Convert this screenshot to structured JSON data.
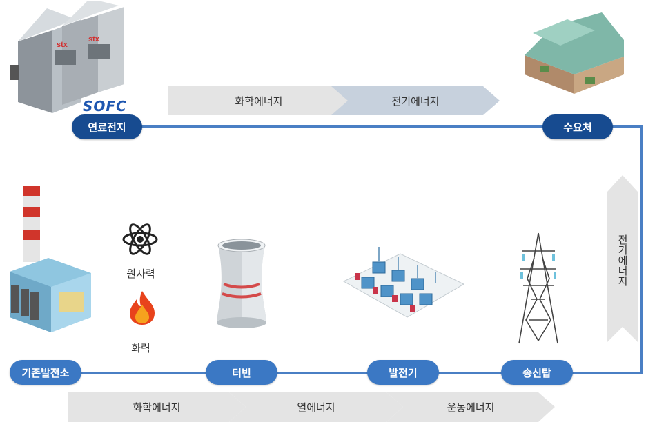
{
  "nodes": {
    "fuel_cell": "연료전지",
    "consumer": "수요처",
    "existing_plant": "기존발전소",
    "turbine": "터빈",
    "generator": "발전기",
    "pylon": "송신탑"
  },
  "top_flow": [
    "화학에너지",
    "전기에너지"
  ],
  "bottom_flow": [
    "화학에너지",
    "열에너지",
    "운동에너지"
  ],
  "side_flow": "전기에너지",
  "fuel_sources": {
    "nuclear": "원자력",
    "thermal": "화력"
  },
  "logos": {
    "sofc": "SOFC",
    "stx": "stx"
  },
  "colors": {
    "node_dark": "#174b90",
    "node_light": "#3b78c4",
    "line": "#4a7fc4",
    "arrow_gray": "#e4e4e4",
    "arrow_blue": "#c7d1dd"
  }
}
